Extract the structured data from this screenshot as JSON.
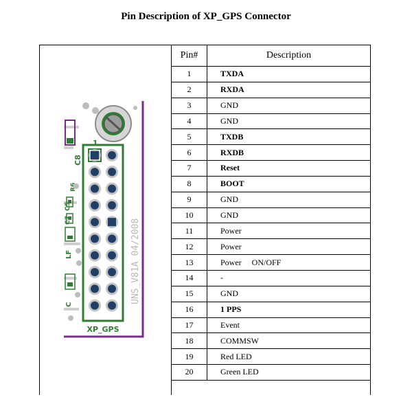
{
  "title": "Pin Description of XP_GPS Connector",
  "table": {
    "headers": [
      "Pin#",
      "Description"
    ],
    "rows": [
      {
        "pin": "1",
        "desc": "TXDA",
        "bold": true
      },
      {
        "pin": "2",
        "desc": "RXDA",
        "bold": true
      },
      {
        "pin": "3",
        "desc": "GND",
        "bold": false
      },
      {
        "pin": "4",
        "desc": "GND",
        "bold": false
      },
      {
        "pin": "5",
        "desc": "TXDB",
        "bold": true
      },
      {
        "pin": "6",
        "desc": "RXDB",
        "bold": true
      },
      {
        "pin": "7",
        "desc": "Reset",
        "bold": true
      },
      {
        "pin": "8",
        "desc": "BOOT",
        "bold": true
      },
      {
        "pin": "9",
        "desc": "GND",
        "bold": false
      },
      {
        "pin": "10",
        "desc": "GND",
        "bold": false
      },
      {
        "pin": "11",
        "desc": "Power",
        "bold": false
      },
      {
        "pin": "12",
        "desc": "Power",
        "bold": false
      },
      {
        "pin": "13",
        "desc": "Power     ON/OFF",
        "bold": false
      },
      {
        "pin": "14",
        "desc": "-",
        "bold": false
      },
      {
        "pin": "15",
        "desc": "GND",
        "bold": false
      },
      {
        "pin": "16",
        "desc": "1 PPS",
        "bold": true
      },
      {
        "pin": "17",
        "desc": "Event",
        "bold": false
      },
      {
        "pin": "18",
        "desc": "COMMSW",
        "bold": false
      },
      {
        "pin": "19",
        "desc": "Red LED",
        "bold": false
      },
      {
        "pin": "20",
        "desc": "Green LED",
        "bold": false
      }
    ]
  },
  "board": {
    "connector_label": "XP_GPS",
    "board_text": "UNS_V81A   04/2008",
    "pin1_label": "1",
    "component_labels": [
      "C8",
      "R6",
      "C5",
      "C7",
      "LF",
      "C"
    ],
    "colors": {
      "silk_green": "#2e7d32",
      "board_purple": "#7b2b8c",
      "pad": "#1f3f66",
      "grey": "#bdbdbd"
    }
  }
}
